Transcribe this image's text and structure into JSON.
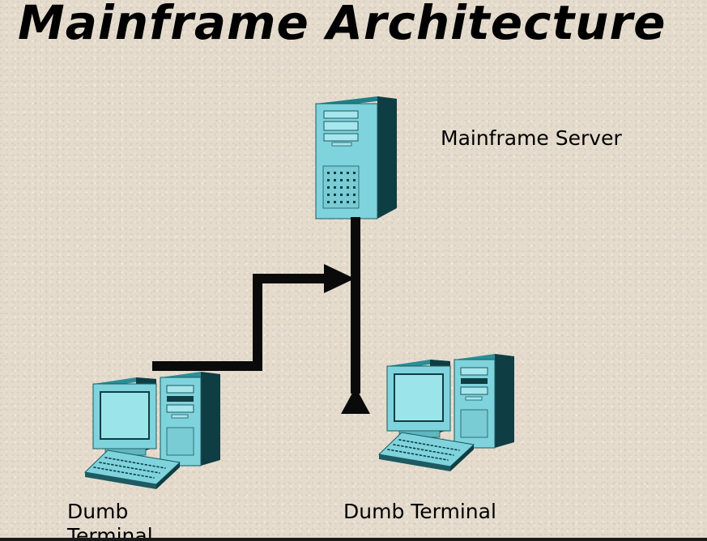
{
  "title": "Mainframe Architecture",
  "nodes": {
    "server_label": "Mainframe Server",
    "terminal_left_label": "Dumb Terminal",
    "terminal_right_label": "Dumb Terminal"
  },
  "colors": {
    "device_front": "#7fd3dc",
    "device_side": "#0f3d44",
    "device_top": "#1f7f87",
    "connector": "#0a0a0a"
  },
  "icons": [
    "server-tower-icon",
    "desktop-computer-icon",
    "desktop-computer-icon"
  ]
}
